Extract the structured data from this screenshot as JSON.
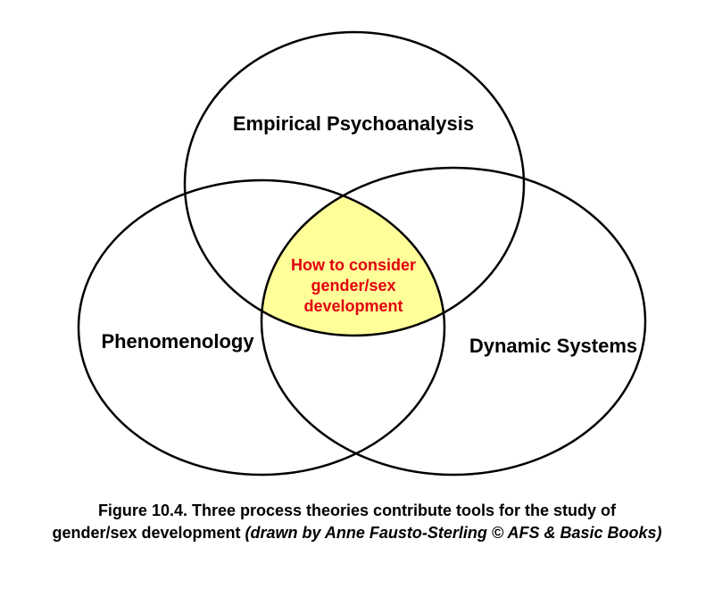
{
  "diagram": {
    "type": "venn",
    "circles": [
      {
        "id": "top",
        "label": "Empirical Psychoanalysis"
      },
      {
        "id": "left",
        "label": "Phenomenology"
      },
      {
        "id": "right",
        "label": "Dynamic Systems"
      }
    ],
    "intersection": {
      "label_lines": [
        "How to consider",
        "gender/sex",
        "development"
      ],
      "fill_color": "#ffff99",
      "text_color": "#e3000f"
    }
  },
  "caption": {
    "line1": "Figure 10.4. Three process theories contribute tools for the study of",
    "line2_main": "gender/sex development ",
    "line2_credit": "(drawn by Anne Fausto-Sterling © AFS & Basic Books)"
  }
}
